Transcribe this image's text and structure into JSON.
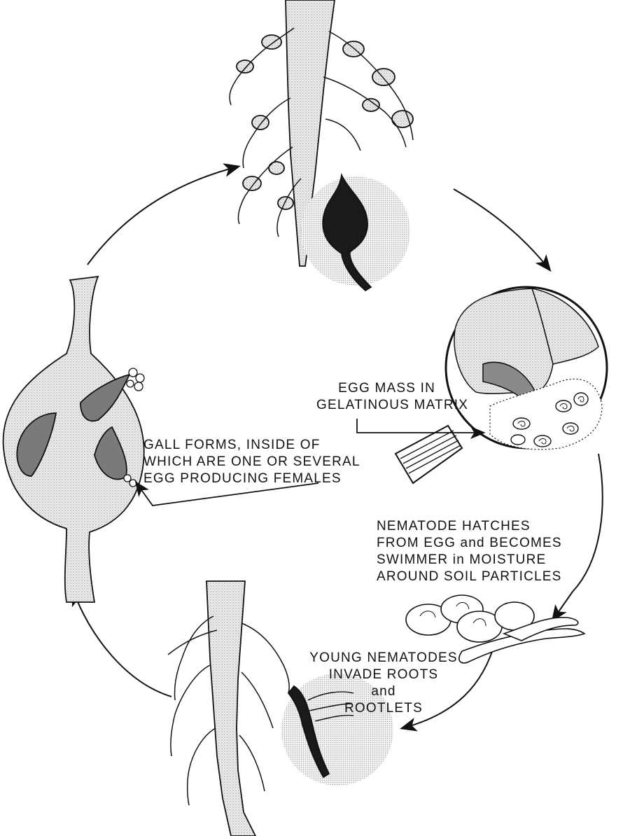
{
  "labels": {
    "egg_mass": {
      "line1": "EGG MASS IN",
      "line2": "GELATINOUS MATRIX"
    },
    "gall_forms": {
      "line1": "GALL FORMS, INSIDE OF",
      "line2": "WHICH ARE ONE OR SEVERAL",
      "line3": "EGG PRODUCING FEMALES"
    },
    "nematode_hatches": {
      "line1": "NEMATODE HATCHES",
      "line2": "FROM EGG and BECOMES",
      "line3": "SWIMMER in MOISTURE",
      "line4": "AROUND SOIL PARTICLES"
    },
    "young_nematodes": {
      "line1": "YOUNG NEMATODES",
      "line2": "INVADE ROOTS",
      "line3": "and",
      "line4": "ROOTLETS"
    }
  },
  "colors": {
    "ink": "#111111",
    "stipple": "#d9d9d9",
    "dark_fill": "#1a1a1a",
    "mid_fill": "#8a8a8a"
  }
}
